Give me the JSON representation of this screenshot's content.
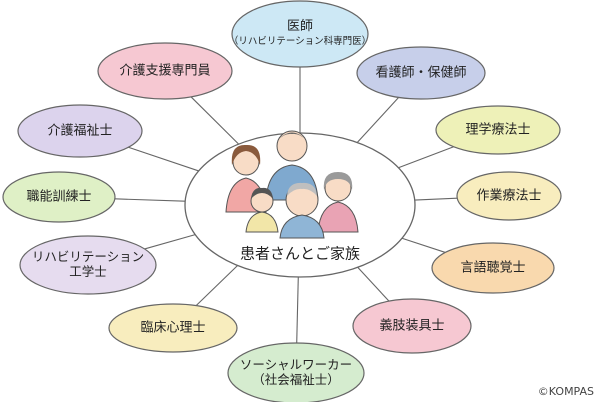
{
  "center": {
    "label": "患者さんとご家族"
  },
  "roles": [
    {
      "id": "doctor",
      "lines": [
        "医師",
        "（リハビリテーション科専門医）"
      ],
      "color": "#cde8f5"
    },
    {
      "id": "nurse",
      "lines": [
        "看護師・保健師"
      ],
      "color": "#c7cfea"
    },
    {
      "id": "pt",
      "lines": [
        "理学療法士"
      ],
      "color": "#eef1b8"
    },
    {
      "id": "ot",
      "lines": [
        "作業療法士"
      ],
      "color": "#f8edbe"
    },
    {
      "id": "st",
      "lines": [
        "言語聴覚士"
      ],
      "color": "#f9d9ae"
    },
    {
      "id": "po",
      "lines": [
        "義肢装具士"
      ],
      "color": "#f6c8d2"
    },
    {
      "id": "msw",
      "lines": [
        "ソーシャルワーカー",
        "（社会福祉士）"
      ],
      "color": "#d5eccf"
    },
    {
      "id": "cp",
      "lines": [
        "臨床心理士"
      ],
      "color": "#f8edbe"
    },
    {
      "id": "re",
      "lines": [
        "リハビリテーション",
        "工学士"
      ],
      "color": "#e6dcef"
    },
    {
      "id": "vt",
      "lines": [
        "職能訓練士"
      ],
      "color": "#dff0c6"
    },
    {
      "id": "cw",
      "lines": [
        "介護福祉士"
      ],
      "color": "#dcd3ed"
    },
    {
      "id": "cm",
      "lines": [
        "介護支援専門員"
      ],
      "color": "#f6c8d2"
    }
  ],
  "credit": "©KOMPAS",
  "colors": {
    "stroke": "#666666",
    "line": "#666666"
  }
}
